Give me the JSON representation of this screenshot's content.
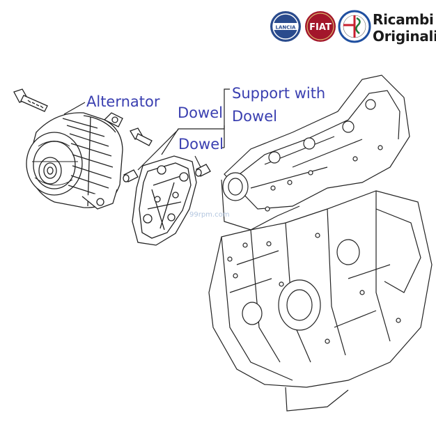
{
  "brand": {
    "logos": [
      "lancia-badge",
      "fiat-badge",
      "alfa-romeo-badge"
    ],
    "logo_lettering": [
      "LANCIA",
      "FIAT"
    ],
    "line1": "Ricambi",
    "line2": "Originali"
  },
  "callouts": {
    "alternator": "Alternator",
    "dowel_top": "Dowel",
    "dowel_bottom": "Dowel",
    "support_line1": "Support with",
    "support_line2": "Dowel"
  },
  "watermark": "99rpm.com",
  "colors": {
    "callout_text": "#3a3fb0",
    "line_art": "#222222",
    "lancia_blue": "#2a4b8d",
    "fiat_red": "#a3162b",
    "alfa_green": "#1f7a3a"
  }
}
